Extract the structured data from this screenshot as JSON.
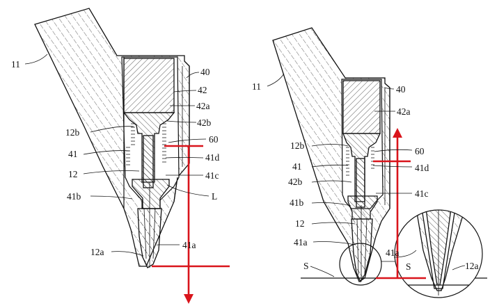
{
  "colors": {
    "line": "#111111",
    "accent_red": "#d9141b",
    "background": "#ffffff"
  },
  "left_labels": {
    "l11": "11",
    "l40": "40",
    "l42": "42",
    "l42a": "42a",
    "l42b": "42b",
    "l12b": "12b",
    "l60": "60",
    "l41": "41",
    "l41d": "41d",
    "l12": "12",
    "l41c": "41c",
    "l41b": "41b",
    "lL": "L",
    "l12a": "12a",
    "l41a": "41a"
  },
  "right_labels": {
    "r11": "11",
    "r40": "40",
    "r42a": "42a",
    "r12b": "12b",
    "r60": "60",
    "r41": "41",
    "r41d": "41d",
    "r42b": "42b",
    "r41c": "41c",
    "r41b": "41b",
    "r12": "12",
    "r41a": "41a",
    "rS": "S",
    "rdetail41a": "41a",
    "rdetailS": "S",
    "r12a": "12a"
  }
}
